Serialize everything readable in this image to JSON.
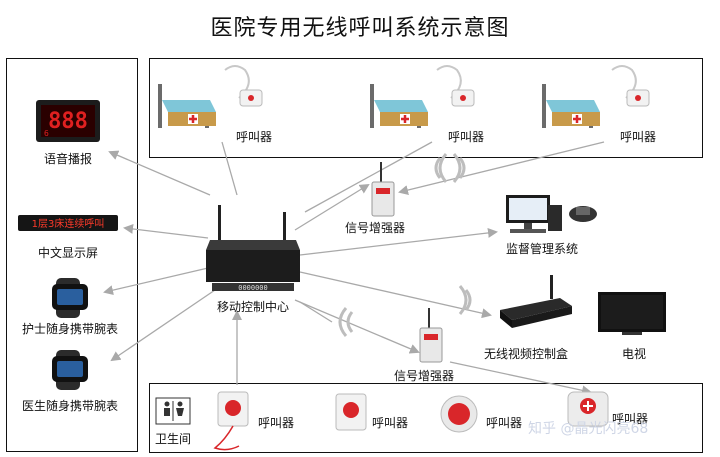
{
  "title": "医院专用无线呼叫系统示意图",
  "left_panel": {
    "voice_label": "语音播报",
    "chinese_display_label": "中文显示屏",
    "nurse_watch_label": "护士随身携带腕表",
    "doctor_watch_label": "医生随身携带腕表",
    "led_digits": "888",
    "led_small_digit": "6",
    "marquee_text": "1层3床连续呼叫"
  },
  "top_panel": {
    "caller_labels": [
      "呼叫器",
      "呼叫器",
      "呼叫器"
    ]
  },
  "center": {
    "controller_label": "移动控制中心",
    "controller_panel_text": "0000000"
  },
  "repeaters": {
    "upper_label": "信号增强器",
    "lower_label": "信号增强器"
  },
  "right_side": {
    "monitor_label": "监督管理系统",
    "video_box_label": "无线视频控制盒",
    "tv_label": "电视"
  },
  "bottom_panel": {
    "restroom_label": "卫生间",
    "caller_labels": [
      "呼叫器",
      "呼叫器",
      "呼叫器",
      "呼叫器"
    ]
  },
  "watermark": "知乎 @晶光闪亮68",
  "colors": {
    "arrow": "#a9a9a9",
    "led_red": "#e02020",
    "device_black": "#1c1c1c",
    "bed_blue": "#7fc6d8",
    "button_red": "#d9262a"
  }
}
